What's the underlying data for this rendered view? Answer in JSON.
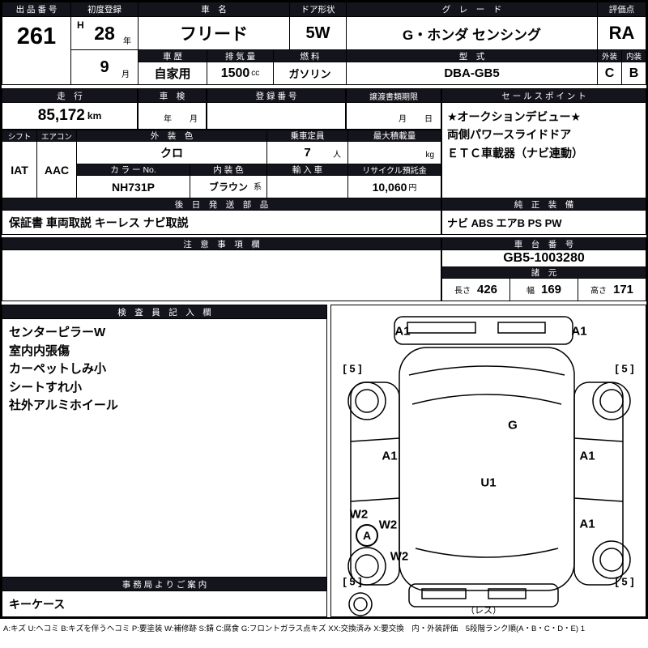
{
  "colors": {
    "header_bg": "#14141d",
    "header_text": "#ffffff",
    "border": "#000000"
  },
  "top": {
    "exhibit_label": "出 品 番 号",
    "exhibit_no": "261",
    "first_reg_label": "初度登録",
    "era": "H",
    "reg_year": "28",
    "year_unit": "年",
    "reg_month": "9",
    "month_unit": "月",
    "car_name_label": "車　名",
    "car_name": "フリード",
    "door_label": "ドア形状",
    "door": "5W",
    "grade_label": "グ　レ　ー　ド",
    "grade": "G・ホンダ センシング",
    "score_label": "評価点",
    "score": "RA",
    "history_label": "車 歴",
    "history": "自家用",
    "displacement_label": "排 気 量",
    "displacement": "1500",
    "displacement_unit": "cc",
    "fuel_label": "燃 料",
    "fuel": "ガソリン",
    "model_label": "型　式",
    "model": "DBA-GB5",
    "exterior_label": "外装",
    "interior_label": "内装",
    "exterior_score": "C",
    "interior_score": "B"
  },
  "mid": {
    "mileage_label": "走　行",
    "mileage": "85,172",
    "mileage_unit": "km",
    "inspection_label": "車　検",
    "inspection_year_unit": "年",
    "inspection_month_unit": "月",
    "reg_no_label": "登 録 番 号",
    "transfer_label": "譲渡書類期限",
    "transfer_month_unit": "月",
    "transfer_day_unit": "日",
    "sales_label": "セ ー ル ス ポ イ ン ト",
    "sales_points": [
      "★オークションデビュー★",
      "両側パワースライドドア",
      "ＥＴＣ車載器（ナビ連動）"
    ],
    "shift_label": "シフト",
    "shift": "IAT",
    "aircon_label": "エアコン",
    "aircon": "AAC",
    "ext_color_label": "外　装　色",
    "ext_color": "クロ",
    "capacity_label": "乗車定員",
    "capacity": "7",
    "capacity_unit": "人",
    "max_load_label": "最大積載量",
    "max_load_unit": "kg",
    "color_no_label": "カ ラ ー No.",
    "color_no": "NH731P",
    "int_color_label": "内 装 色",
    "int_color": "ブラウン",
    "int_color_unit": "系",
    "import_label": "輸 入 車",
    "recycle_label": "リサイクル預託金",
    "recycle": "10,060",
    "recycle_unit": "円",
    "parts_label": "後　日　発　送　部　品",
    "parts": "保証書 車両取説 キーレス ナビ取説",
    "equipment_label": "純　正　装　備",
    "equipment": "ナビ ABS エアB PS PW",
    "caution_label": "注　意　事　項　欄",
    "chassis_label": "車　台　番　号",
    "chassis_no": "GB5-1003280",
    "spec_label": "諸　元",
    "spec": [
      {
        "label": "長さ",
        "value": "426"
      },
      {
        "label": "幅",
        "value": "169"
      },
      {
        "label": "高さ",
        "value": "171"
      }
    ]
  },
  "inspector": {
    "label": "検　査　員　記　入　欄",
    "notes": [
      "センターピラーW",
      "室内内張傷",
      "カーペットしみ小",
      "シートすれ小",
      "社外アルミホイール"
    ]
  },
  "office": {
    "label": "事 務 局 よ り ご 案 内",
    "note": "キーケース"
  },
  "diagram": {
    "labels": [
      {
        "text": "A1"
      },
      {
        "text": "A1"
      },
      {
        "text": "[ 5 ]"
      },
      {
        "text": "[ 5 ]"
      },
      {
        "text": "G"
      },
      {
        "text": "A1"
      },
      {
        "text": "A1"
      },
      {
        "text": "U1"
      },
      {
        "text": "W2"
      },
      {
        "text": "W2"
      },
      {
        "text": "A1"
      },
      {
        "text": "A"
      },
      {
        "text": "W2"
      },
      {
        "text": "[ 5 ]"
      },
      {
        "text": "[ 5 ]"
      }
    ],
    "less": "（レス）"
  },
  "legend": "A:キズ U:ヘコミ B:キズを伴うヘコミ P:要塗装 W:補修跡 S:錆 C:腐食 G:フロントガラス点キズ XX:交換済み X:要交換　内・外装評価　5段階ランク順(A・B・C・D・E) 1"
}
